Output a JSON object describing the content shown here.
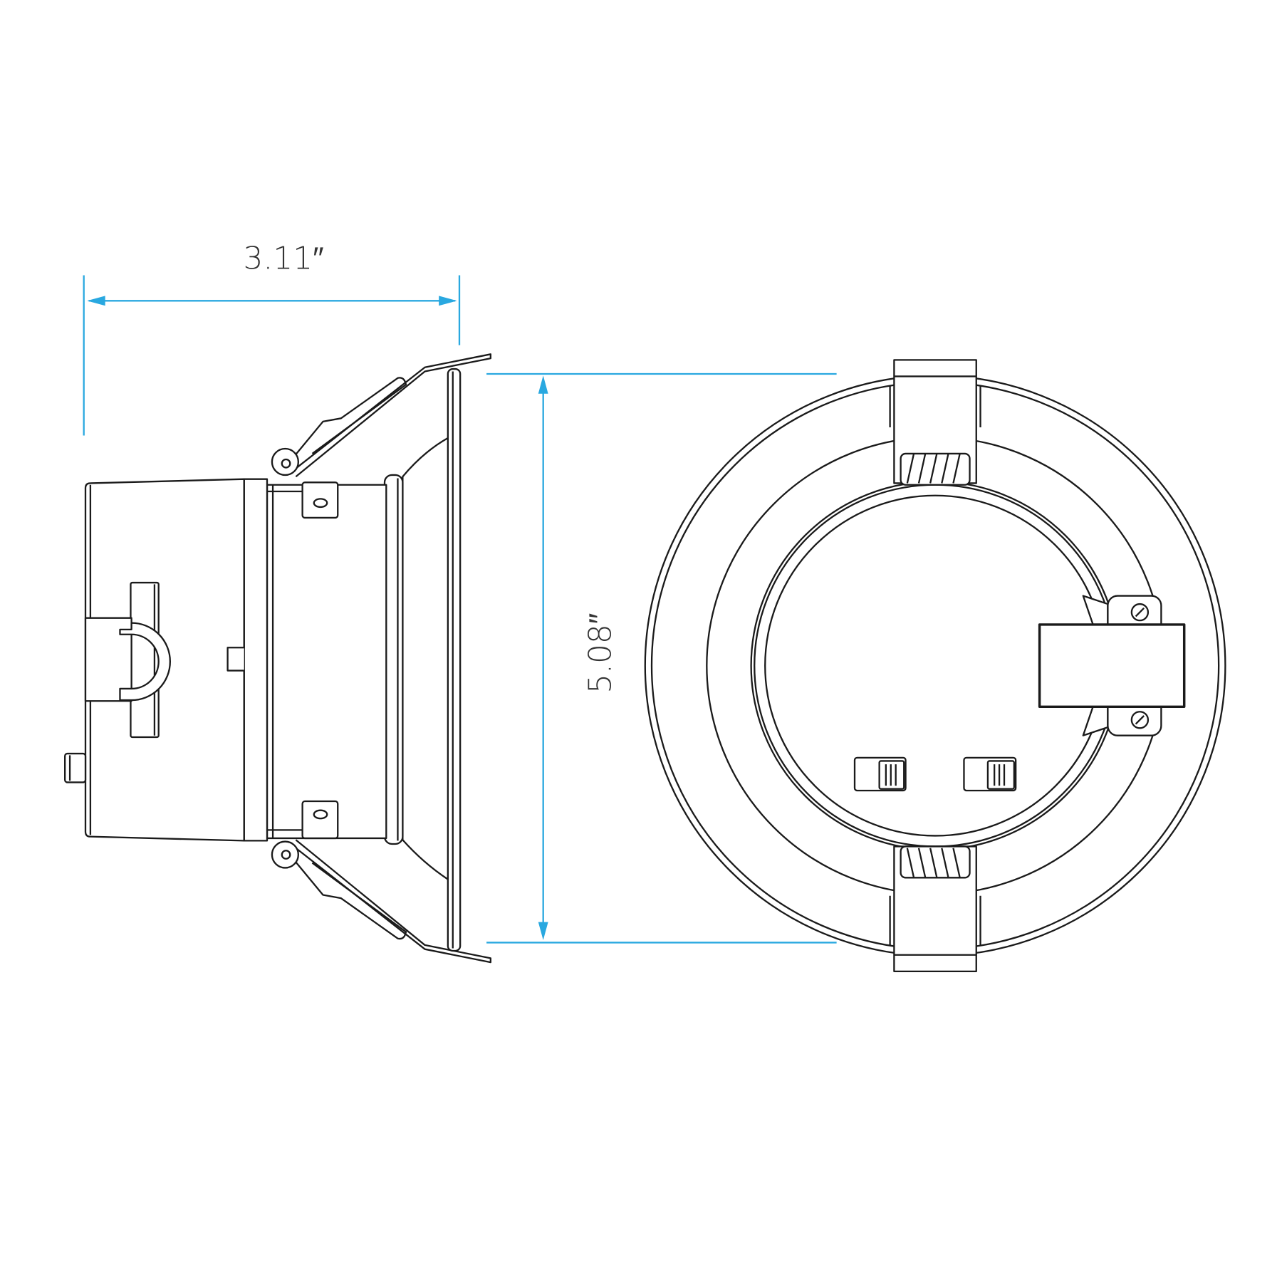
{
  "dimensions": {
    "depth_label": "3.11″",
    "diameter_label": "5.08″"
  },
  "colors": {
    "dimension_line": "#29a8e0",
    "outline": "#1a1a1a",
    "text": "#333333"
  },
  "views": [
    "side-view",
    "top-view"
  ]
}
